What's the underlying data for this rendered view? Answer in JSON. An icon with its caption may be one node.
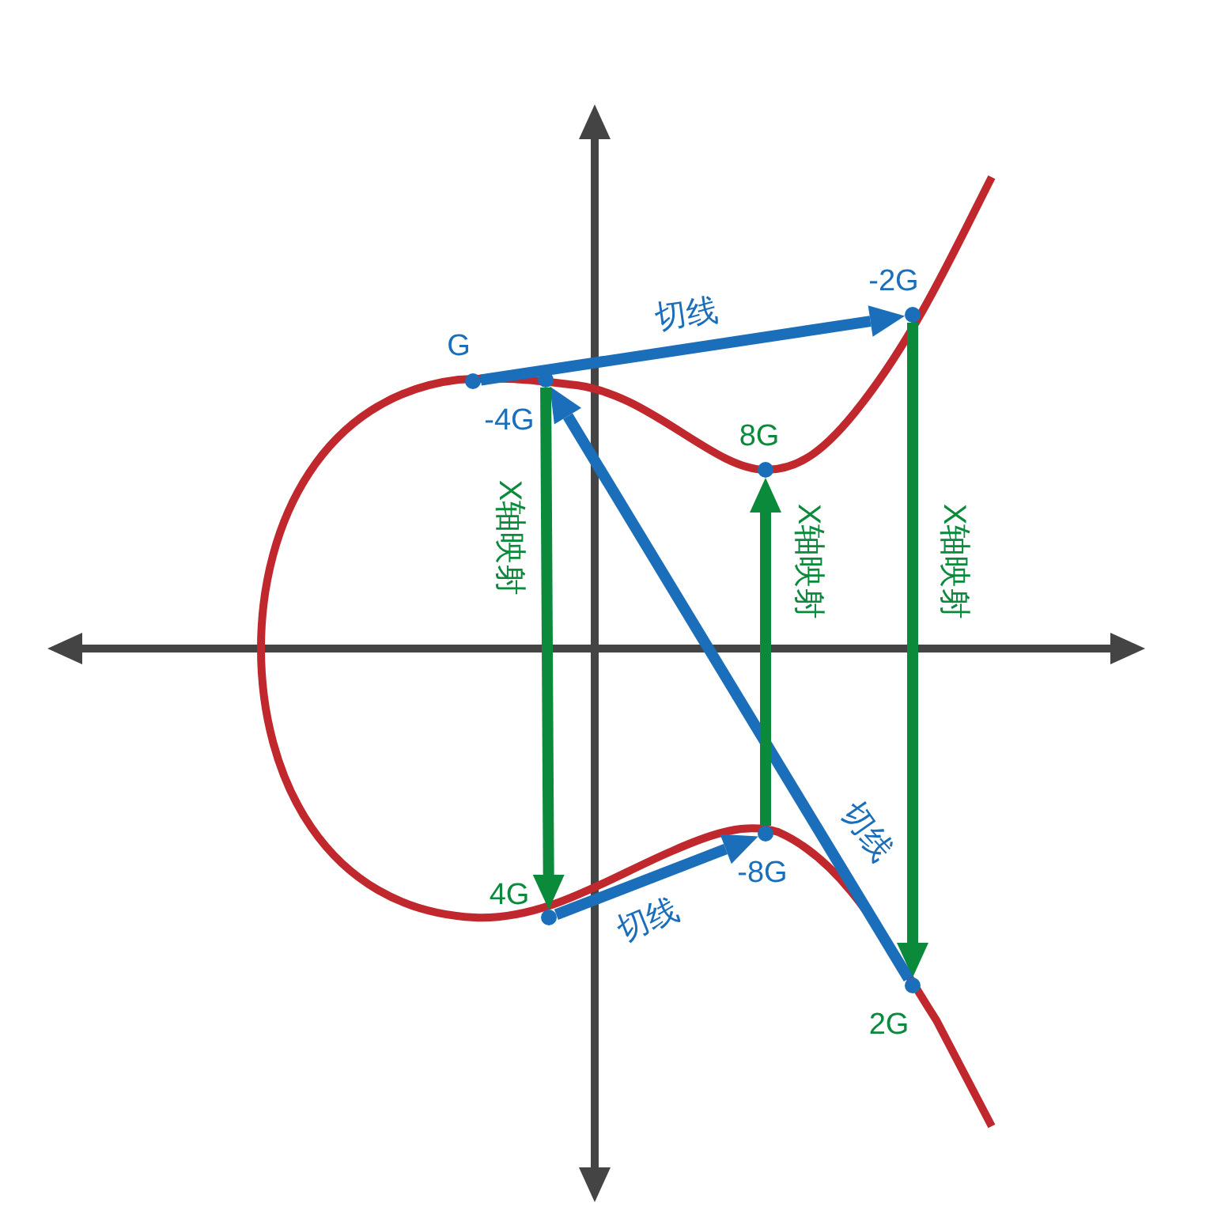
{
  "diagram": {
    "nodes": [
      {
        "text": [],
        "shape": "circle",
        "beside": [
          "G"
        ]
      },
      {
        "text": [],
        "shape": "circle",
        "beside": [
          "-2G"
        ]
      },
      {
        "text": [],
        "shape": "circle",
        "beside": [
          "-4G"
        ]
      },
      {
        "text": [],
        "shape": "circle",
        "beside": [
          "8G"
        ]
      },
      {
        "text": [],
        "shape": "circle",
        "beside": [
          "4G"
        ]
      },
      {
        "text": [],
        "shape": "circle",
        "beside": [
          "-8G"
        ]
      },
      {
        "text": [],
        "shape": "circle",
        "beside": [
          "2G"
        ]
      }
    ],
    "edges": [
      {
        "from": 0,
        "to": 1,
        "arrow": "to",
        "label": "切线"
      },
      {
        "from": 1,
        "to": 6,
        "arrow": "to",
        "label": "X轴映射",
        "color": "#0b8a3c"
      },
      {
        "from": 6,
        "to": 2,
        "arrow": "to",
        "label": "切线"
      },
      {
        "from": 2,
        "to": 4,
        "arrow": "to",
        "label": "X轴映射",
        "color": "#0b8a3c"
      },
      {
        "from": 4,
        "to": 5,
        "arrow": "to",
        "label": "切线"
      },
      {
        "from": 5,
        "to": 3,
        "arrow": "to",
        "label": "X轴映射",
        "color": "#0b8a3c"
      }
    ]
  }
}
